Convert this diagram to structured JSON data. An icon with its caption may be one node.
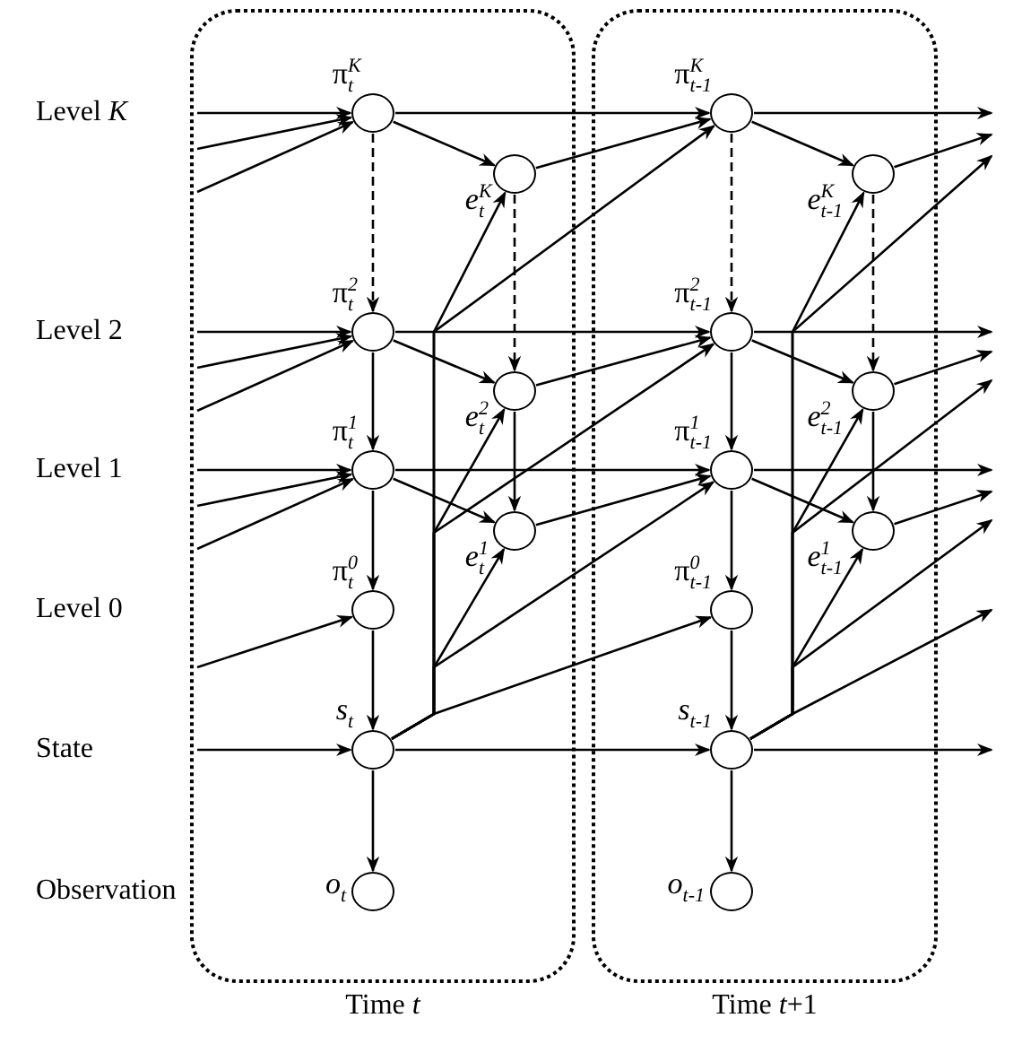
{
  "diagram": {
    "nodes": [
      {
        "text": [
          "Time *t*"
        ]
      },
      {
        "text": [],
        "shape": "circle",
        "in": 0,
        "beside": [
          "π$^{K}$$_{t}$"
        ]
      },
      {
        "text": [],
        "shape": "circle",
        "in": 0,
        "beside": [
          "*e*$^{K}$$_{t}$"
        ]
      },
      {
        "text": [],
        "shape": "circle",
        "in": 0,
        "beside": [
          "π$^{2}$$_{t}$"
        ]
      },
      {
        "text": [],
        "shape": "circle",
        "in": 0,
        "beside": [
          "*e*$^{2}$$_{t}$"
        ]
      },
      {
        "text": [],
        "shape": "circle",
        "in": 0,
        "beside": [
          "π$^{1}$$_{t}$"
        ]
      },
      {
        "text": [],
        "shape": "circle",
        "in": 0,
        "beside": [
          "*e*$^{1}$$_{t}$"
        ]
      },
      {
        "text": [],
        "shape": "circle",
        "in": 0,
        "beside": [
          "π$^{0}$$_{t}$"
        ]
      },
      {
        "text": [],
        "shape": "circle",
        "in": 0,
        "beside": [
          "*s*$_{t}$"
        ]
      },
      {
        "text": [],
        "shape": "circle",
        "in": 0,
        "beside": [
          "*o*$_{t}$"
        ]
      },
      {
        "text": [
          "Time *t*+1"
        ]
      },
      {
        "text": [],
        "shape": "circle",
        "in": 10,
        "beside": [
          "π$^{K}$$_{t-1}$"
        ]
      },
      {
        "text": [],
        "shape": "circle",
        "in": 10,
        "beside": [
          "*e*$^{K}$$_{t-1}$"
        ]
      },
      {
        "text": [],
        "shape": "circle",
        "in": 10,
        "beside": [
          "π$^{2}$$_{t-1}$"
        ]
      },
      {
        "text": [],
        "shape": "circle",
        "in": 10,
        "beside": [
          "*e*$^{2}$$_{t-1}$"
        ]
      },
      {
        "text": [],
        "shape": "circle",
        "in": 10,
        "beside": [
          "π$^{1}$$_{t-1}$"
        ]
      },
      {
        "text": [],
        "shape": "circle",
        "in": 10,
        "beside": [
          "*e*$^{1}$$_{t-1}$"
        ]
      },
      {
        "text": [],
        "shape": "circle",
        "in": 10,
        "beside": [
          "π$^{0}$$_{t-1}$"
        ]
      },
      {
        "text": [],
        "shape": "circle",
        "in": 10,
        "beside": [
          "*s*$_{t-1}$"
        ]
      },
      {
        "text": [],
        "shape": "circle",
        "in": 10,
        "beside": [
          "*o*$_{t-1}$"
        ]
      }
    ],
    "edges": [
      {
        "from": 1,
        "to": 2,
        "arrow": "to"
      },
      {
        "from": 1,
        "to": 3,
        "arrow": "to",
        "style": "dashed"
      },
      {
        "from": 2,
        "to": 4,
        "arrow": "to",
        "style": "dashed"
      },
      {
        "from": 3,
        "to": 4,
        "arrow": "to"
      },
      {
        "from": 3,
        "to": 5,
        "arrow": "to"
      },
      {
        "from": 4,
        "to": 6,
        "arrow": "to"
      },
      {
        "from": 5,
        "to": 6,
        "arrow": "to"
      },
      {
        "from": 5,
        "to": 7,
        "arrow": "to"
      },
      {
        "from": 7,
        "to": 8,
        "arrow": "to"
      },
      {
        "from": 8,
        "to": 9,
        "arrow": "to"
      },
      {
        "from": 8,
        "to": 2,
        "arrow": "to"
      },
      {
        "from": 8,
        "to": 4,
        "arrow": "to"
      },
      {
        "from": 8,
        "to": 6,
        "arrow": "to"
      },
      {
        "from": 11,
        "to": 12,
        "arrow": "to"
      },
      {
        "from": 11,
        "to": 13,
        "arrow": "to",
        "style": "dashed"
      },
      {
        "from": 12,
        "to": 14,
        "arrow": "to",
        "style": "dashed"
      },
      {
        "from": 13,
        "to": 14,
        "arrow": "to"
      },
      {
        "from": 13,
        "to": 15,
        "arrow": "to"
      },
      {
        "from": 14,
        "to": 16,
        "arrow": "to"
      },
      {
        "from": 15,
        "to": 16,
        "arrow": "to"
      },
      {
        "from": 15,
        "to": 17,
        "arrow": "to"
      },
      {
        "from": 17,
        "to": 18,
        "arrow": "to"
      },
      {
        "from": 18,
        "to": 19,
        "arrow": "to"
      },
      {
        "from": 18,
        "to": 12,
        "arrow": "to"
      },
      {
        "from": 18,
        "to": 14,
        "arrow": "to"
      },
      {
        "from": 18,
        "to": 16,
        "arrow": "to"
      },
      {
        "from": 1,
        "to": 11,
        "arrow": "to"
      },
      {
        "from": 2,
        "to": 11,
        "arrow": "to"
      },
      {
        "from": 8,
        "to": 11,
        "arrow": "to"
      },
      {
        "from": 3,
        "to": 13,
        "arrow": "to"
      },
      {
        "from": 4,
        "to": 13,
        "arrow": "to"
      },
      {
        "from": 8,
        "to": 13,
        "arrow": "to"
      },
      {
        "from": 5,
        "to": 15,
        "arrow": "to"
      },
      {
        "from": 6,
        "to": 15,
        "arrow": "to"
      },
      {
        "from": 8,
        "to": 15,
        "arrow": "to"
      },
      {
        "from": 8,
        "to": 17,
        "arrow": "to"
      },
      {
        "from": 8,
        "to": 18,
        "arrow": "to"
      },
      {
        "from": null,
        "to": 1,
        "arrow": "to"
      },
      {
        "from": null,
        "to": 1,
        "arrow": "to"
      },
      {
        "from": null,
        "to": 1,
        "arrow": "to"
      },
      {
        "from": null,
        "to": 3,
        "arrow": "to"
      },
      {
        "from": null,
        "to": 3,
        "arrow": "to"
      },
      {
        "from": null,
        "to": 3,
        "arrow": "to"
      },
      {
        "from": null,
        "to": 5,
        "arrow": "to"
      },
      {
        "from": null,
        "to": 5,
        "arrow": "to"
      },
      {
        "from": null,
        "to": 5,
        "arrow": "to"
      },
      {
        "from": null,
        "to": 7,
        "arrow": "to"
      },
      {
        "from": null,
        "to": 8,
        "arrow": "to"
      },
      {
        "from": 11,
        "to": null,
        "arrow": "to"
      },
      {
        "from": 12,
        "to": null,
        "arrow": "to"
      },
      {
        "from": 18,
        "to": null,
        "arrow": "to"
      },
      {
        "from": 13,
        "to": null,
        "arrow": "to"
      },
      {
        "from": 14,
        "to": null,
        "arrow": "to"
      },
      {
        "from": 18,
        "to": null,
        "arrow": "to"
      },
      {
        "from": 15,
        "to": null,
        "arrow": "to"
      },
      {
        "from": 16,
        "to": null,
        "arrow": "to"
      },
      {
        "from": 18,
        "to": null,
        "arrow": "to"
      },
      {
        "from": 18,
        "to": null,
        "arrow": "to"
      },
      {
        "from": 18,
        "to": null,
        "arrow": "to"
      }
    ],
    "labels": [
      "Level *K*",
      "Level 2",
      "Level 1",
      "Level 0",
      "State",
      "Observation"
    ]
  }
}
